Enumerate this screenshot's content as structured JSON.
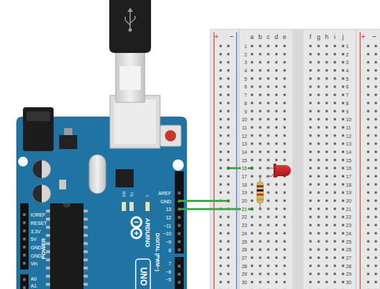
{
  "diagram": {
    "labels": [
      "+",
      "−",
      "+",
      "−",
      "a",
      "b",
      "c",
      "d",
      "e",
      "f",
      "g",
      "h",
      "i",
      "j",
      "1",
      "2",
      "3",
      "4",
      "5",
      "6",
      "7",
      "8",
      "9",
      "10",
      "11",
      "12",
      "13",
      "14",
      "15",
      "16",
      "17",
      "18",
      "19",
      "20",
      "21",
      "22",
      "23",
      "24",
      "25",
      "26",
      "27",
      "28",
      "29",
      "30",
      "1",
      "2",
      "3",
      "4",
      "5",
      "6",
      "7",
      "8",
      "9",
      "10",
      "11",
      "12",
      "13",
      "14",
      "15",
      "16",
      "17",
      "18",
      "19",
      "20",
      "21",
      "22",
      "23",
      "24",
      "25",
      "26",
      "27",
      "28",
      "29",
      "30",
      "IOREF",
      "RESET",
      "3.3V",
      "5V",
      "GND",
      "GND",
      "Vin",
      "POWER",
      "A0",
      "A1",
      "AREF",
      "GND",
      "13",
      "12",
      "~11",
      "~10",
      "~9",
      "8",
      "7",
      "~6",
      "~5",
      "DIGITAL (PWM~)",
      "RX",
      "TX",
      "L",
      "ARDUINO",
      "UNO"
    ]
  }
}
